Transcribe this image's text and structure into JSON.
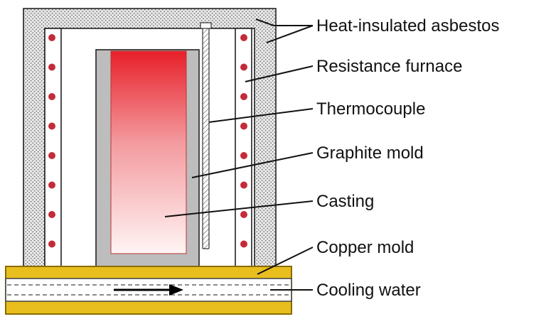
{
  "labels": {
    "asbestos": "Heat-insulated asbestos",
    "furnace": "Resistance furnace",
    "thermocouple": "Thermocouple",
    "graphite": "Graphite mold",
    "casting": "Casting",
    "copper": "Copper mold",
    "water": "Cooling water"
  },
  "colors": {
    "casting_hot": "#e8202a",
    "casting_cool": "#fff4f4",
    "graphite": "#bdbdbd",
    "copper": "#e8be1e",
    "heating_element": "#c42b3a",
    "asbestos_dots": "#555555",
    "asbestos_bg": "#e6e6e6"
  }
}
